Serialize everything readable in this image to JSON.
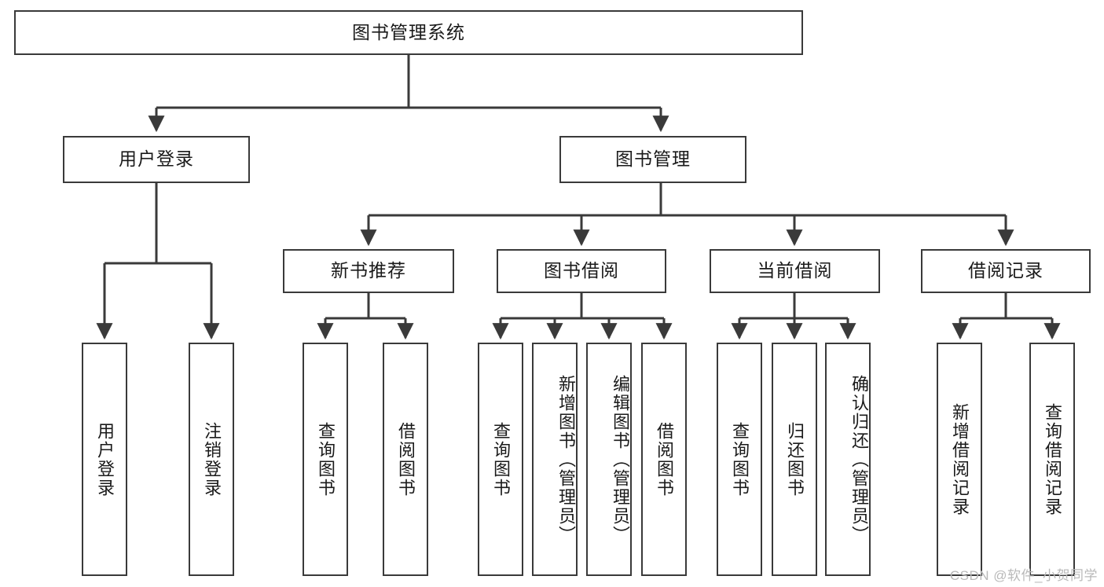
{
  "diagram": {
    "title": "图书管理系统",
    "type": "hierarchy-tree",
    "colors": {
      "box_border": "#3a3a3a",
      "box_fill": "#ffffff",
      "connector": "#3a3a3a",
      "text": "#1a1a1a",
      "watermark": "#b9b9b9"
    },
    "levels": {
      "root": {
        "label": "图书管理系统"
      },
      "level2": [
        {
          "label": "用户登录"
        },
        {
          "label": "图书管理"
        }
      ],
      "level3": [
        {
          "label": "新书推荐"
        },
        {
          "label": "图书借阅"
        },
        {
          "label": "当前借阅"
        },
        {
          "label": "借阅记录"
        }
      ],
      "leaves": [
        {
          "label": "用户登录",
          "parent": "用户登录"
        },
        {
          "label": "注销登录",
          "parent": "用户登录"
        },
        {
          "label": "查询图书",
          "parent": "新书推荐"
        },
        {
          "label": "借阅图书",
          "parent": "新书推荐"
        },
        {
          "label": "查询图书",
          "parent": "图书借阅"
        },
        {
          "label": "新增图书（管理员）",
          "parent": "图书借阅"
        },
        {
          "label": "编辑图书（管理员）",
          "parent": "图书借阅"
        },
        {
          "label": "借阅图书",
          "parent": "图书借阅"
        },
        {
          "label": "查询图书",
          "parent": "当前借阅"
        },
        {
          "label": "归还图书",
          "parent": "当前借阅"
        },
        {
          "label": "确认归还（管理员）",
          "parent": "当前借阅"
        },
        {
          "label": "新增借阅记录",
          "parent": "借阅记录"
        },
        {
          "label": "查询借阅记录",
          "parent": "借阅记录"
        }
      ]
    },
    "watermark": "CSDN @软件_小贺同学"
  }
}
